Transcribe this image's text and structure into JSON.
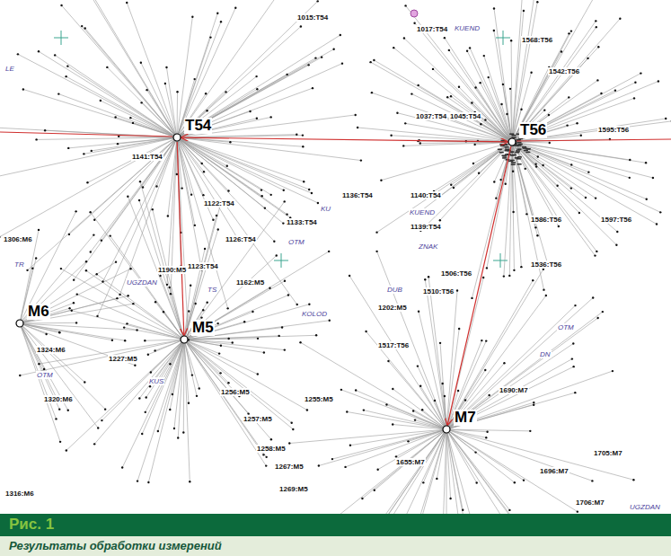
{
  "diagram": {
    "caption": "Результаты обработки измерений",
    "nodes": [
      {
        "text": [
          "T54"
        ]
      },
      {
        "text": [
          "T56"
        ]
      },
      {
        "text": [
          "M6"
        ]
      },
      {
        "text": [
          "M5"
        ]
      },
      {
        "text": [
          "M7"
        ]
      }
    ],
    "edges": [
      {
        "from": 0,
        "to": 1,
        "arrow": "both"
      },
      {
        "from": 0,
        "to": 3,
        "arrow": "to"
      },
      {
        "from": 1,
        "to": 4,
        "arrow": "to"
      }
    ],
    "labels": [
      "Рис. 1",
      "1015:T54",
      "1017:T54",
      "1037:T54",
      "1045:T54",
      "1141:T54",
      "1122:T54",
      "1126:T54",
      "1123:T54",
      "1133:T54",
      "1136:T54",
      "1139:T54",
      "1140:T54",
      "1568:T56",
      "1542:T56",
      "1595:T56",
      "1597:T56",
      "1586:T56",
      "1536:T56",
      "1506:T56",
      "1510:T56",
      "1517:T56",
      "1202:M5",
      "1162:M5",
      "1190:M5",
      "1227:M5",
      "1256:M5",
      "1257:M5",
      "1258:M5",
      "1267:M5",
      "1255:M5",
      "1269:M5",
      "1316:M6",
      "1324:M6",
      "1320:M6",
      "1306:M6",
      "1655:M7",
      "1690:M7",
      "1696:M7",
      "1705:M7",
      "1706:M7",
      "KU",
      "KUEND",
      "ZNAK",
      "OTM",
      "UGZDAN",
      "TS",
      "DUB",
      "KOLOD",
      "OTM",
      "DN",
      "LE",
      "TR",
      "KUS",
      "OTM",
      "UGZDAN",
      "KUEND"
    ]
  }
}
